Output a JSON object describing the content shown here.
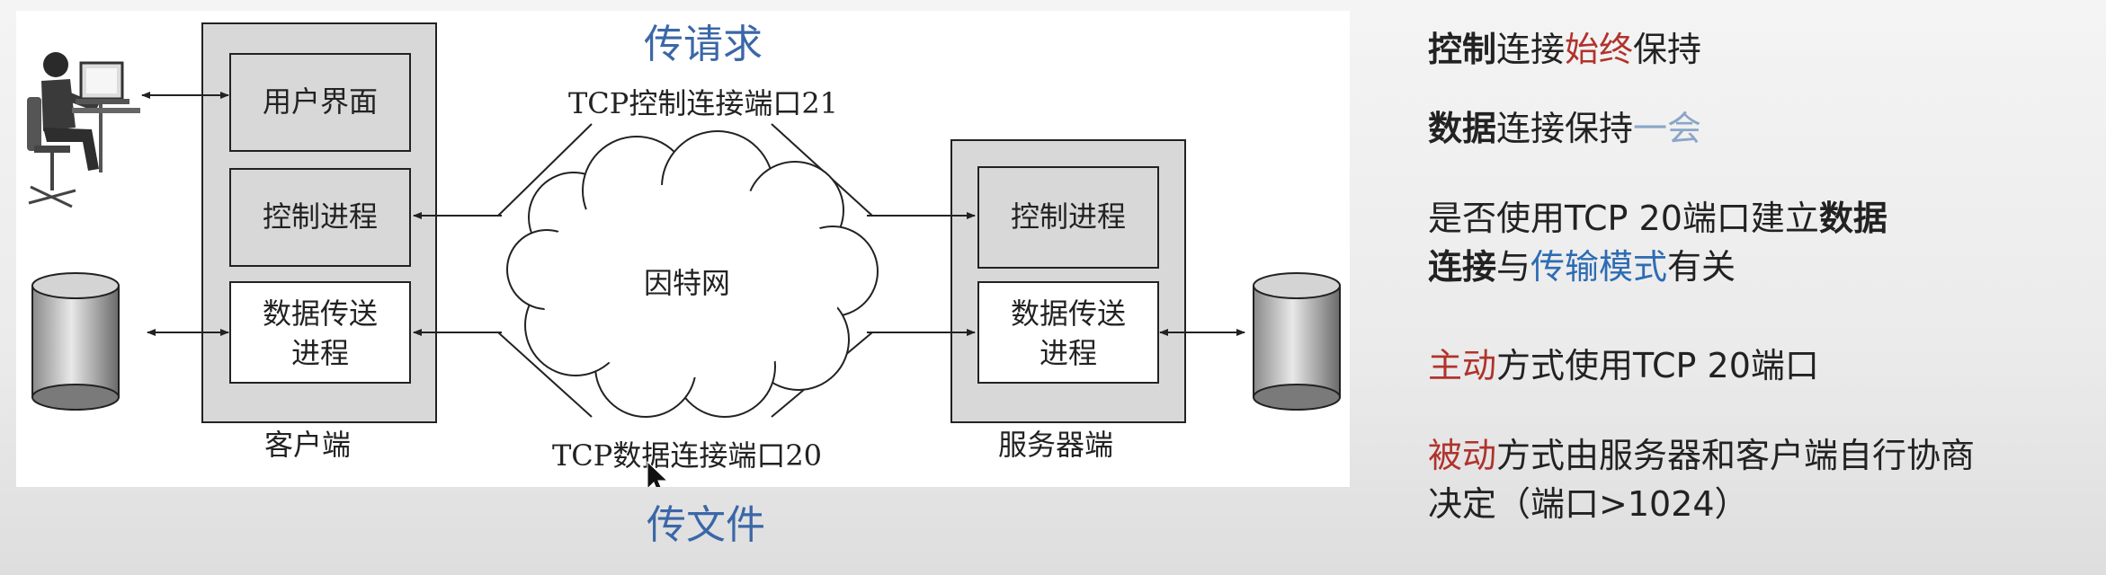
{
  "diagram": {
    "client_ui": "用户界面",
    "client_control": "控制进程",
    "client_data_l1": "数据传送",
    "client_data_l2": "进程",
    "client_label": "客户端",
    "server_control": "控制进程",
    "server_data_l1": "数据传送",
    "server_data_l2": "进程",
    "server_label": "服务器端",
    "internet": "因特网",
    "control_port": "TCP控制连接端口21",
    "data_port": "TCP数据连接端口20",
    "note_request": "传请求",
    "note_file": "传文件"
  },
  "notes": {
    "l1_a": "控制",
    "l1_b": "连接",
    "l1_c": "始终",
    "l1_d": "保持",
    "l2_a": "数据",
    "l2_b": "连接保持",
    "l2_c": "一会",
    "l3_a": "是否使用TCP 20端口建立",
    "l3_b": "数据",
    "l4_a": "连接",
    "l4_b": "与",
    "l4_c": "传输模式",
    "l4_d": "有关",
    "l5_a": "主动",
    "l5_b": "方式使用TCP 20端口",
    "l6_a": "被动",
    "l6_b": "方式由服务器和客户端自行协商",
    "l7": "决定（端口>1024）"
  },
  "colors": {
    "red": "#b0332c",
    "blue": "#2d6cb4",
    "light_blue": "#8aa6c8",
    "handwriting": "#3b67a8"
  }
}
